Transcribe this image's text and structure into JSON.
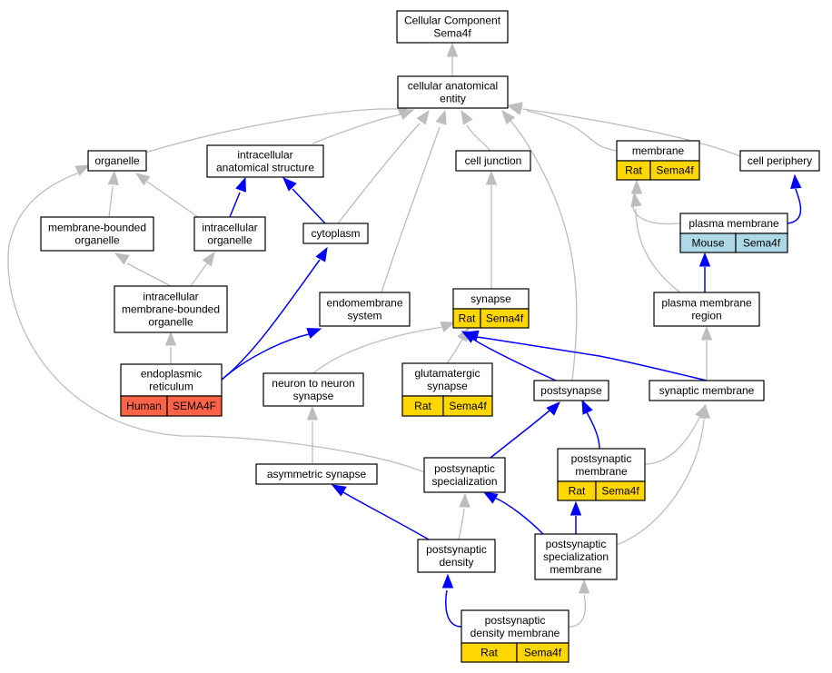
{
  "colors": {
    "rat": "#ffd700",
    "mouse": "#add8e6",
    "human": "#ff6347",
    "is_a_edge": "#bdbdbd",
    "part_of_edge": "#0000ff"
  },
  "nodes": {
    "cellular_component": {
      "lines": [
        "Cellular Component",
        "Sema4f"
      ]
    },
    "cellular_anatomical_entity": {
      "lines": [
        "cellular anatomical",
        "entity"
      ]
    },
    "organelle": {
      "lines": [
        "organelle"
      ]
    },
    "intracellular_anatomical_structure": {
      "lines": [
        "intracellular",
        "anatomical structure"
      ]
    },
    "cell_junction": {
      "lines": [
        "cell junction"
      ]
    },
    "membrane": {
      "lines": [
        "membrane"
      ],
      "badges": [
        {
          "label": "Rat",
          "color": "#ffd700"
        },
        {
          "label": "Sema4f",
          "color": "#ffd700"
        }
      ]
    },
    "cell_periphery": {
      "lines": [
        "cell periphery"
      ]
    },
    "membrane_bounded_organelle": {
      "lines": [
        "membrane-bounded",
        "organelle"
      ]
    },
    "intracellular_organelle": {
      "lines": [
        "intracellular",
        "organelle"
      ]
    },
    "cytoplasm": {
      "lines": [
        "cytoplasm"
      ]
    },
    "plasma_membrane": {
      "lines": [
        "plasma membrane"
      ],
      "badges": [
        {
          "label": "Mouse",
          "color": "#add8e6"
        },
        {
          "label": "Sema4f",
          "color": "#add8e6"
        }
      ]
    },
    "intracellular_membrane_bounded_organelle": {
      "lines": [
        "intracellular",
        "membrane-bounded",
        "organelle"
      ]
    },
    "endomembrane_system": {
      "lines": [
        "endomembrane",
        "system"
      ]
    },
    "synapse": {
      "lines": [
        "synapse"
      ],
      "badges": [
        {
          "label": "Rat",
          "color": "#ffd700"
        },
        {
          "label": "Sema4f",
          "color": "#ffd700"
        }
      ]
    },
    "plasma_membrane_region": {
      "lines": [
        "plasma membrane",
        "region"
      ]
    },
    "endoplasmic_reticulum": {
      "lines": [
        "endoplasmic",
        "reticulum"
      ],
      "badges": [
        {
          "label": "Human",
          "color": "#ff6347"
        },
        {
          "label": "SEMA4F",
          "color": "#ff6347"
        }
      ]
    },
    "neuron_to_neuron_synapse": {
      "lines": [
        "neuron to neuron",
        "synapse"
      ]
    },
    "glutamatergic_synapse": {
      "lines": [
        "glutamatergic",
        "synapse"
      ],
      "badges": [
        {
          "label": "Rat",
          "color": "#ffd700"
        },
        {
          "label": "Sema4f",
          "color": "#ffd700"
        }
      ]
    },
    "postsynapse": {
      "lines": [
        "postsynapse"
      ]
    },
    "synaptic_membrane": {
      "lines": [
        "synaptic membrane"
      ]
    },
    "postsynaptic_membrane": {
      "lines": [
        "postsynaptic",
        "membrane"
      ],
      "badges": [
        {
          "label": "Rat",
          "color": "#ffd700"
        },
        {
          "label": "Sema4f",
          "color": "#ffd700"
        }
      ]
    },
    "asymmetric_synapse": {
      "lines": [
        "asymmetric synapse"
      ]
    },
    "postsynaptic_specialization": {
      "lines": [
        "postsynaptic",
        "specialization"
      ]
    },
    "postsynaptic_density": {
      "lines": [
        "postsynaptic",
        "density"
      ]
    },
    "postsynaptic_specialization_membrane": {
      "lines": [
        "postsynaptic",
        "specialization",
        "membrane"
      ]
    },
    "postsynaptic_density_membrane": {
      "lines": [
        "postsynaptic",
        "density membrane"
      ],
      "badges": [
        {
          "label": "Rat",
          "color": "#ffd700"
        },
        {
          "label": "Sema4f",
          "color": "#ffd700"
        }
      ]
    }
  }
}
